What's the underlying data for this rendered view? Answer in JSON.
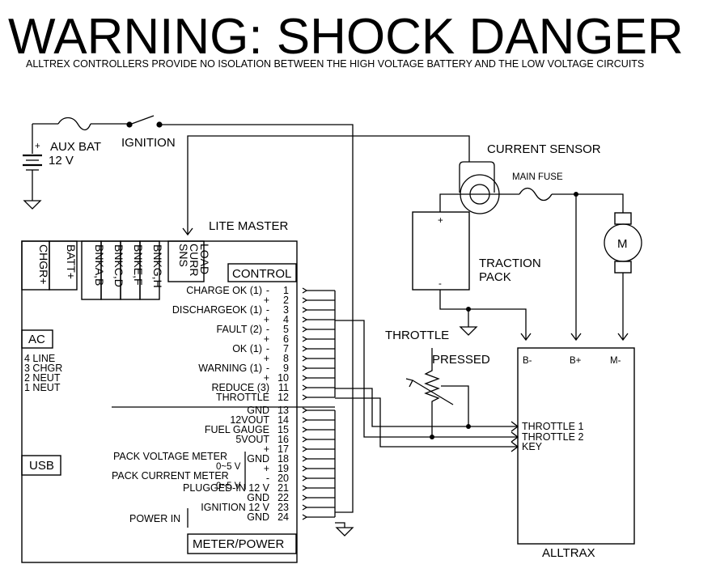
{
  "title": "WARNING: SHOCK DANGER",
  "subtitle": "ALLTREX CONTROLLERS PROVIDE NO ISOLATION BETWEEN THE  HIGH VOLTAGE BATTERY AND THE LOW VOLTAGE CIRCUITS",
  "aux_battery": {
    "label": "AUX BAT",
    "voltage": "12 V",
    "plus": "+"
  },
  "ignition_label": "IGNITION",
  "current_sensor_label": "CURRENT SENSOR",
  "main_fuse_label": "MAIN FUSE",
  "motor_label": "M",
  "traction_pack": {
    "line1": "TRACTION",
    "line2": "PACK",
    "plus": "+",
    "minus": "-"
  },
  "throttle_label": "THROTTLE",
  "pressed_label": "PRESSED",
  "lite_master": {
    "title": "LITE MASTER",
    "connectors": [
      "CHGR+",
      "BATT+",
      "BNKA,B",
      "BNKC,D",
      "BNKE,F",
      "BNKG,H"
    ],
    "load_curr_sns": [
      "LOAD",
      "CURR",
      "SNS"
    ],
    "control_label": "CONTROL",
    "ac_label": "AC",
    "ac_pins": [
      "4 LINE",
      "3 CHGR",
      "2 NEUT",
      "1 NEUT"
    ],
    "usb_label": "USB",
    "meter_power_label": "METER/POWER"
  },
  "control_pins": [
    {
      "num": "1",
      "label": "CHARGE OK (1)",
      "pol": "-"
    },
    {
      "num": "2",
      "label": "",
      "pol": "+"
    },
    {
      "num": "3",
      "label": "DISCHARGEOK (1)",
      "pol": "-"
    },
    {
      "num": "4",
      "label": "",
      "pol": "+"
    },
    {
      "num": "5",
      "label": "FAULT (2)",
      "pol": "-"
    },
    {
      "num": "6",
      "label": "",
      "pol": "+"
    },
    {
      "num": "7",
      "label": "OK (1)",
      "pol": "-"
    },
    {
      "num": "8",
      "label": "",
      "pol": "+"
    },
    {
      "num": "9",
      "label": "WARNING (1)",
      "pol": "-"
    },
    {
      "num": "10",
      "label": "",
      "pol": "+"
    },
    {
      "num": "11",
      "label": "REDUCE (3)",
      "pol": ""
    },
    {
      "num": "12",
      "label": "THROTTLE",
      "pol": ""
    }
  ],
  "meter_pins": [
    {
      "num": "13",
      "label": "GND"
    },
    {
      "num": "14",
      "label": "12VOUT"
    },
    {
      "num": "15",
      "label": "FUEL GAUGE"
    },
    {
      "num": "16",
      "label": "5VOUT"
    },
    {
      "num": "17",
      "label": "+"
    },
    {
      "num": "18",
      "label": "GND"
    },
    {
      "num": "19",
      "label": "+"
    },
    {
      "num": "20",
      "label": "-"
    },
    {
      "num": "21",
      "label": "PLUGGED-IN 12 V"
    },
    {
      "num": "22",
      "label": "GND"
    },
    {
      "num": "23",
      "label": "IGNITION 12 V"
    },
    {
      "num": "24",
      "label": "GND"
    }
  ],
  "meter_groups": {
    "pack_voltage": "PACK VOLTAGE METER",
    "pack_voltage_range": "0~5 V",
    "pack_current": "PACK CURRENT METER",
    "pack_current_range": "0~5 V",
    "power_in": "POWER IN"
  },
  "alltrax": {
    "label": "ALLTRAX",
    "terminals": [
      "B-",
      "B+",
      "M-"
    ],
    "inputs": [
      "THROTTLE 1",
      "THROTTLE 2",
      "KEY"
    ]
  }
}
